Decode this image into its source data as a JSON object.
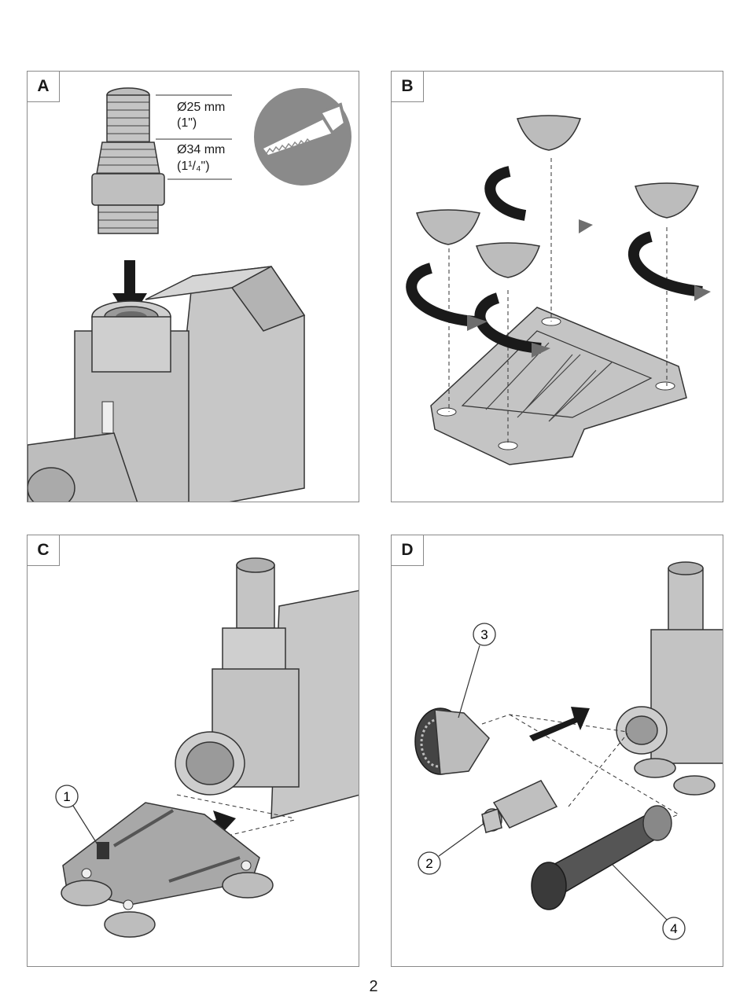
{
  "panels": [
    {
      "label": "A",
      "dims": [
        "Ø25 mm",
        "(1\")",
        "Ø34 mm",
        "(1¹/₄\")"
      ]
    },
    {
      "label": "B"
    },
    {
      "label": "C",
      "callouts": [
        "1"
      ]
    },
    {
      "label": "D",
      "callouts": [
        "3",
        "2",
        "4"
      ]
    }
  ],
  "icons": [
    "saw-icon"
  ],
  "page_number": "2"
}
